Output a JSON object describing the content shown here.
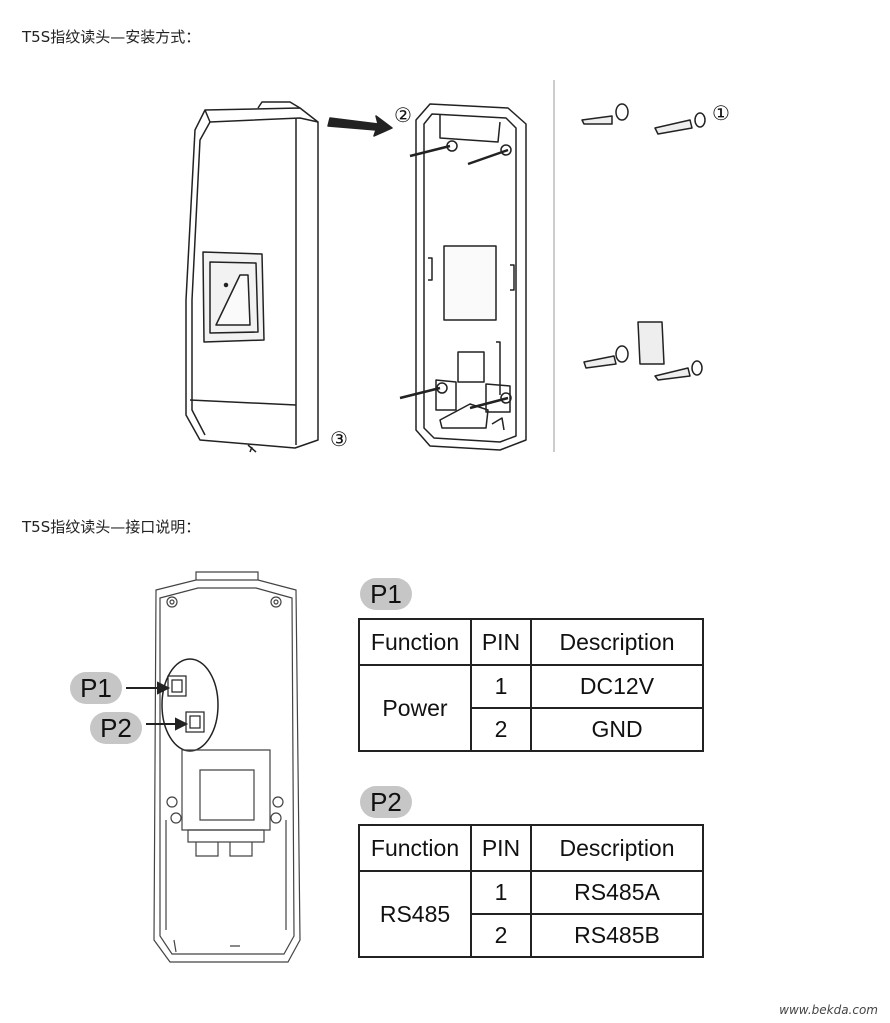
{
  "headings": {
    "installation": "T5S指纹读头—安装方式：",
    "interface": "T5S指纹读头—接口说明："
  },
  "steps": {
    "step1": "①",
    "step2": "②",
    "step3": "③"
  },
  "callouts": {
    "p1": "P1",
    "p2": "P2"
  },
  "tables": {
    "p1": {
      "title": "P1",
      "headers": [
        "Function",
        "PIN",
        "Description"
      ],
      "function": "Power",
      "rows": [
        {
          "pin": "1",
          "description": "DC12V"
        },
        {
          "pin": "2",
          "description": "GND"
        }
      ]
    },
    "p2": {
      "title": "P2",
      "headers": [
        "Function",
        "PIN",
        "Description"
      ],
      "function": "RS485",
      "rows": [
        {
          "pin": "1",
          "description": "RS485A"
        },
        {
          "pin": "2",
          "description": "RS485B"
        }
      ]
    }
  },
  "watermark": "www.bekda.com",
  "colors": {
    "line": "#222222",
    "badge": "#c6c6c6",
    "body": "#ffffff"
  }
}
